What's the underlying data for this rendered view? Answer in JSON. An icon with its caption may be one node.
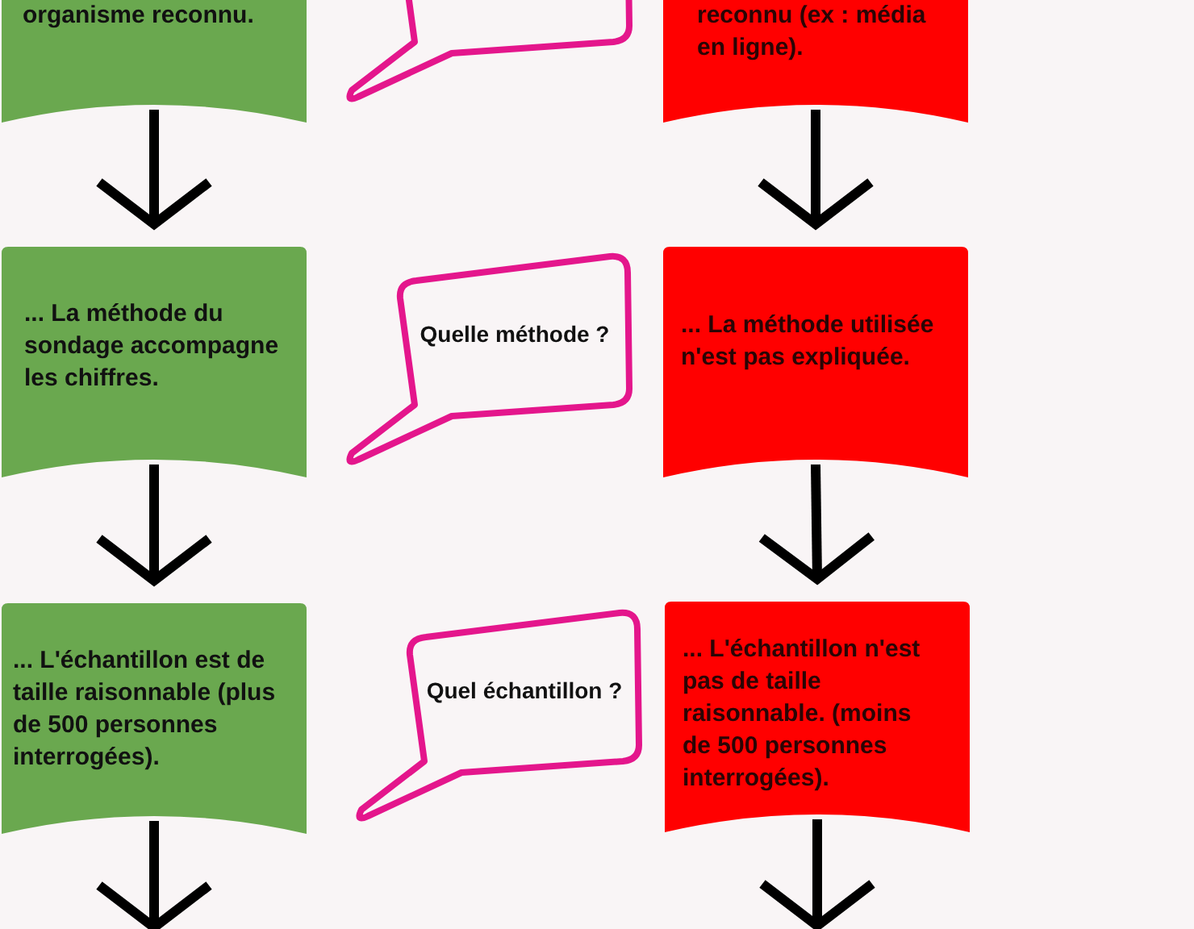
{
  "diagram": {
    "nodes": [
      {
        "text": [
          "organisme reconnu."
        ]
      },
      {
        "text": [],
        "shape": "bubble"
      },
      {
        "text": [
          "reconnu (ex : média en ligne)."
        ]
      },
      {
        "text": [
          "... La méthode du sondage accompagne les chiffres."
        ]
      },
      {
        "text": [
          "Quelle méthode ?"
        ]
      },
      {
        "text": [
          "... La méthode utilisée n'est pas expliquée."
        ]
      },
      {
        "text": [
          "... L'échantillon est de taille raisonnable (plus de 500 personnes interrogées)."
        ]
      },
      {
        "text": [
          "Quel échantillon ?"
        ]
      },
      {
        "text": [
          "... L'échantillon n'est pas de taille raisonnable. (moins de 500 personnes interrogées)."
        ]
      }
    ],
    "edges": [
      {
        "from": 0,
        "to": 3,
        "arrow": "to"
      },
      {
        "from": 3,
        "to": 6,
        "arrow": "to"
      },
      {
        "from": 6,
        "to": null,
        "arrow": "to"
      },
      {
        "from": 2,
        "to": 5,
        "arrow": "to"
      },
      {
        "from": 5,
        "to": 8,
        "arrow": "to"
      },
      {
        "from": 8,
        "to": null,
        "arrow": "to"
      }
    ]
  }
}
